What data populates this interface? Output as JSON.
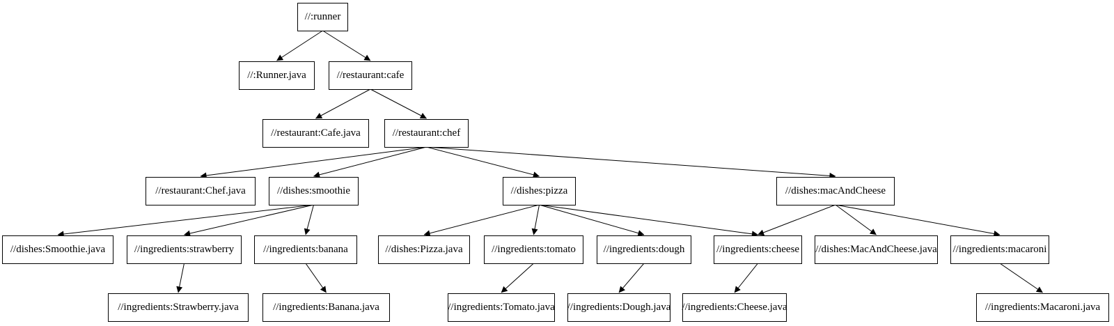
{
  "graph": {
    "type": "dependency-graph",
    "orientation": "top-down",
    "colors": {
      "background": "#ffffff",
      "node_border": "#000000",
      "node_fill": "#ffffff",
      "edge": "#000000",
      "text": "#000000"
    },
    "nodes": {
      "runner": "//:runner",
      "runner-java": "//:Runner.java",
      "cafe": "//restaurant:cafe",
      "cafe-java": "//restaurant:Cafe.java",
      "chef": "//restaurant:chef",
      "chef-java": "//restaurant:Chef.java",
      "smoothie": "//dishes:smoothie",
      "pizza": "//dishes:pizza",
      "mac-and-cheese": "//dishes:macAndCheese",
      "smoothie-java": "//dishes:Smoothie.java",
      "strawberry": "//ingredients:strawberry",
      "banana": "//ingredients:banana",
      "pizza-java": "//dishes:Pizza.java",
      "tomato": "//ingredients:tomato",
      "dough": "//ingredients:dough",
      "cheese": "//ingredients:cheese",
      "mac-and-cheese-java": "//dishes:MacAndCheese.java",
      "macaroni": "//ingredients:macaroni",
      "strawberry-java": "//ingredients:Strawberry.java",
      "banana-java": "//ingredients:Banana.java",
      "tomato-java": "//ingredients:Tomato.java",
      "dough-java": "//ingredients:Dough.java",
      "cheese-java": "//ingredients:Cheese.java",
      "macaroni-java": "//ingredients:Macaroni.java"
    },
    "edges": [
      {
        "from": "runner",
        "to": "runner-java"
      },
      {
        "from": "runner",
        "to": "cafe"
      },
      {
        "from": "cafe",
        "to": "cafe-java"
      },
      {
        "from": "cafe",
        "to": "chef"
      },
      {
        "from": "chef",
        "to": "chef-java"
      },
      {
        "from": "chef",
        "to": "smoothie"
      },
      {
        "from": "chef",
        "to": "pizza"
      },
      {
        "from": "chef",
        "to": "mac-and-cheese"
      },
      {
        "from": "smoothie",
        "to": "smoothie-java"
      },
      {
        "from": "smoothie",
        "to": "strawberry"
      },
      {
        "from": "smoothie",
        "to": "banana"
      },
      {
        "from": "pizza",
        "to": "pizza-java"
      },
      {
        "from": "pizza",
        "to": "tomato"
      },
      {
        "from": "pizza",
        "to": "dough"
      },
      {
        "from": "pizza",
        "to": "cheese"
      },
      {
        "from": "mac-and-cheese",
        "to": "cheese"
      },
      {
        "from": "mac-and-cheese",
        "to": "mac-and-cheese-java"
      },
      {
        "from": "mac-and-cheese",
        "to": "macaroni"
      },
      {
        "from": "strawberry",
        "to": "strawberry-java"
      },
      {
        "from": "banana",
        "to": "banana-java"
      },
      {
        "from": "tomato",
        "to": "tomato-java"
      },
      {
        "from": "dough",
        "to": "dough-java"
      },
      {
        "from": "cheese",
        "to": "cheese-java"
      },
      {
        "from": "macaroni",
        "to": "macaroni-java"
      }
    ]
  }
}
